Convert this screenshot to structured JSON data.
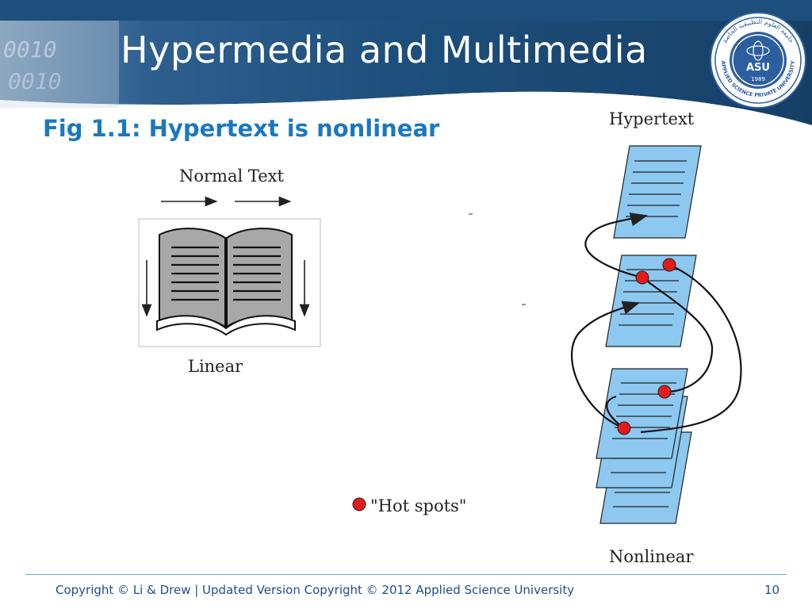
{
  "slide": {
    "title": "Hypermedia and Multimedia",
    "subtitle": "Fig 1.1: Hypertext is nonlinear",
    "page_number": "10"
  },
  "banner": {
    "binary_text": "0010 0010"
  },
  "logo": {
    "abbreviation": "ASU",
    "year": "1989",
    "arabic_name": "جامعة العلوم التطبيقية الخاصة",
    "english_name": "APPLIED SCIENCE PRIVATE UNIVERSITY"
  },
  "figure": {
    "normal_text_label": "Normal Text",
    "linear_label": "Linear",
    "hypertext_label": "Hypertext",
    "nonlinear_label": "Nonlinear",
    "hotspots_label": "\"Hot spots\""
  },
  "footer": {
    "copyright": "Copyright © Li & Drew | Updated Version Copyright © 2012 Applied Science University"
  },
  "colors": {
    "banner_dark": "#1d4f7c",
    "title_text": "#ffffff",
    "subtitle_text": "#1a78c2",
    "page_blue": "#8cc8f0",
    "hotspot_red": "#e31b1b",
    "footer_text": "#1f4e8a"
  }
}
